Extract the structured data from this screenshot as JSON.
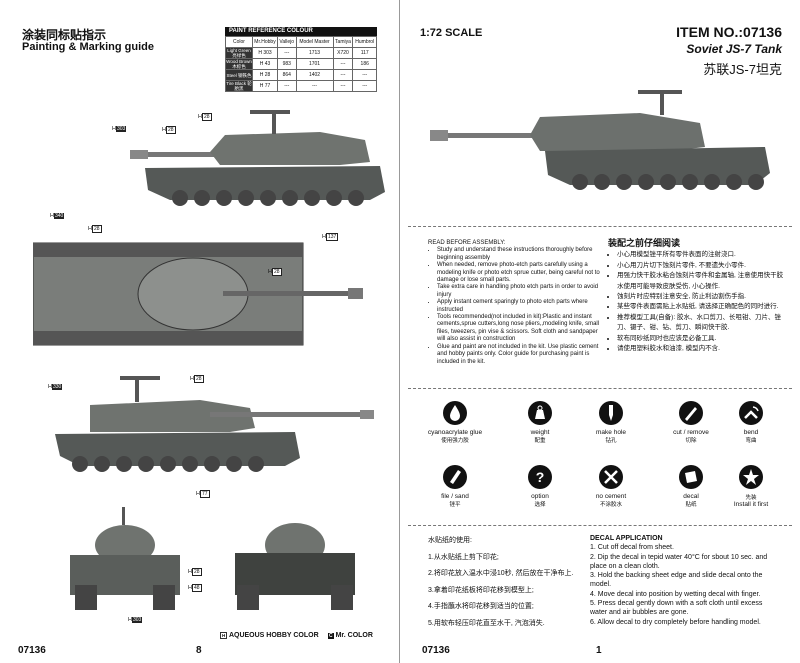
{
  "left": {
    "title_cn": "涂装同标贴指示",
    "title_en": "Painting & Marking guide",
    "paint_table": {
      "title": "PAINT REFERENCE COLOUR",
      "headers": [
        "Color",
        "Mr.Hobby",
        "Vallejo",
        "Model Master",
        "Tamiya",
        "Humbrol"
      ],
      "rows": [
        {
          "name": "Light Green 亮绿色",
          "code": "H 303",
          "vallejo": "---",
          "model_master": "1713",
          "tamiya": "X720",
          "humbrol": "117"
        },
        {
          "name": "Wood Brown 木棕色",
          "code": "H 43",
          "vallejo": "983",
          "model_master": "1701",
          "tamiya": "---",
          "humbrol": "186"
        },
        {
          "name": "Steel 钢铁色",
          "code": "H 28",
          "vallejo": "864",
          "model_master": "1402",
          "tamiya": "---",
          "humbrol": "---"
        },
        {
          "name": "Tire Black 轮胎黑",
          "code": "H 77",
          "vallejo": "---",
          "model_master": "---",
          "tamiya": "---",
          "humbrol": "---"
        }
      ]
    },
    "tags": {
      "h303": "303",
      "h28": "28",
      "h77": "77",
      "h43": "43",
      "h137": "137",
      "h330": "330",
      "h340": "340",
      "h48": "48",
      "h_prefix": "H"
    },
    "footer": {
      "code": "07136",
      "page": "8",
      "legend_h": "AQUEOUS HOBBY COLOR",
      "legend_mr": "Mr. COLOR",
      "h_mark": "H",
      "c_mark": "C"
    }
  },
  "right": {
    "scale": "1:72 SCALE",
    "item_no": "ITEM NO.:07136",
    "tank_name": "Soviet JS-7 Tank",
    "tank_name_cn": "苏联JS-7坦克",
    "read_title": "READ BEFORE ASSEMBLY:",
    "read_items": [
      "Study and understand these instructions thoroughly before beginning assembly",
      "When needed, remove photo-etch parts carefully using a modeling knife or photo etch sprue cutter, being careful not to damage or lose small parts.",
      "Take extra care in handling photo etch parts in order to avoid injury",
      "Apply instant cement sparingly to photo etch parts where instructed",
      "Tools recommended(not included in kit):Plastic and instant cements,sprue cutters,long nose pliers,,modeling knife, small files, tweezers, pin vise & scissors. Soft cloth and sandpaper will also assist in construction",
      "Glue and paint are not included in the kit. Use plastic cement and hobby paints only. Color guide for purchasing paint is included in the kit."
    ],
    "cn_title": "装配之前仔细阅读",
    "cn_items": [
      "小心用模型锉平所有零件表面的注射浇口.",
      "小心用刀片切下蚀刻片零件, 不要遗失小零件.",
      "用强力快干胶水粘合蚀刻片零件和金属轴, 注意使用快干胶水使用可能导致皮肤受伤, 小心操作.",
      "蚀刻片时应特别注意安全, 防止利边割伤手指.",
      "某些零件表面需贴上水贴纸, 请选择正确配色的同时进行.",
      "推荐模型工具(自备): 胶水、水口剪刀、长咀钳、刀片、锉刀、镊子、钳、钻、剪刀、瞬间快干胶.",
      "软布同砂纸同时也应该是必备工具.",
      "请使用塑料胶水和油漆, 模型内不含."
    ],
    "icons": [
      {
        "name": "cyanoacrylate-glue",
        "label": "cyanoacrylate glue",
        "cn": "使用强力胶",
        "icon": "drop-icon"
      },
      {
        "name": "weight",
        "label": "weight",
        "cn": "配重",
        "icon": "weight-icon"
      },
      {
        "name": "make-hole",
        "label": "make hole",
        "cn": "钻孔",
        "icon": "drill-icon"
      },
      {
        "name": "cut-remove",
        "label": "cut / remove",
        "cn": "切除",
        "icon": "knife-icon"
      },
      {
        "name": "bend",
        "label": "bend",
        "cn": "弯曲",
        "icon": "bend-icon"
      },
      {
        "name": "file-sand",
        "label": "file / sand",
        "cn": "锉平",
        "icon": "file-icon"
      },
      {
        "name": "option",
        "label": "option",
        "cn": "选择",
        "icon": "question-icon"
      },
      {
        "name": "no-cement",
        "label": "no cement",
        "cn": "不涂胶水",
        "icon": "no-cement-icon"
      },
      {
        "name": "decal",
        "label": "decal",
        "cn": "贴纸",
        "icon": "decal-icon"
      },
      {
        "name": "install-first",
        "label": "Install it first",
        "cn": "先装",
        "icon": "star-icon"
      }
    ],
    "decal_cn_title": "水贴纸的使用:",
    "decal_cn_steps": [
      "1.从水贴纸上剪下印花;",
      "2.将印花放入温水中浸10秒, 然后放在干净布上.",
      "3.拿着印花纸板将印花移到模型上;",
      "4.手指蘸水将印花移到适当的位置;",
      "5.用软布轻压印花直至水干, 汽泡消失."
    ],
    "decal_title": "DECAL APPLICATION",
    "decal_steps": [
      "1. Cut off decal from sheet.",
      "2. Dip the decal in tepid water 40°C for sbout 10 sec. and place on a clean cloth.",
      "3. Hold the backing sheet edge and slide decal onto the model.",
      "4. Move decal into position by wetting decal with finger.",
      "5. Press decal gently down with a soft cloth until excess water and air bubbles are gone.",
      "6. Allow decal to dry completely before handling model."
    ],
    "footer": {
      "code": "07136",
      "page": "1"
    }
  }
}
